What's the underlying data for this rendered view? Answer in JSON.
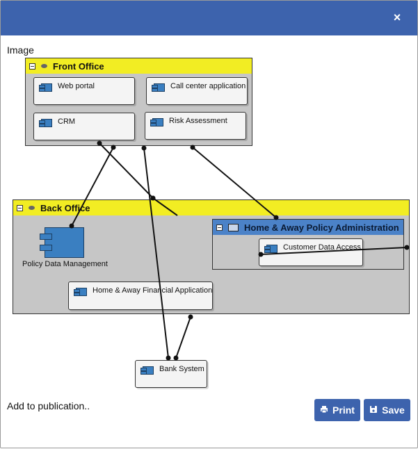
{
  "dialog": {
    "close_glyph": "×",
    "section_label": "Image",
    "footer_text": "Add to publication..",
    "print_label": "Print",
    "save_label": "Save"
  },
  "diagram": {
    "front_office": {
      "title": "Front Office",
      "components": [
        "Web portal",
        "Call center application",
        "CRM",
        "Risk Assessment"
      ]
    },
    "back_office": {
      "title": "Back Office",
      "policy_data_management": "Policy Data Management",
      "financial_app": "Home & Away Financial Application",
      "policy_admin": {
        "title": "Home & Away Policy Administration",
        "customer_data_access": "Customer Data Access"
      }
    },
    "bank_system": "Bank System"
  },
  "colors": {
    "titlebar": "#3d63ad",
    "group_header_yellow": "#f2ed23",
    "group_header_blue": "#4b82c8",
    "group_fill": "#c6c6c6",
    "component_blue": "#3a7fc1"
  },
  "icons": {
    "close": "close-icon",
    "print": "printer-icon",
    "save": "floppy-disk-icon",
    "component": "component-icon",
    "collapse": "collapse-icon",
    "visibility": "eye-icon"
  }
}
